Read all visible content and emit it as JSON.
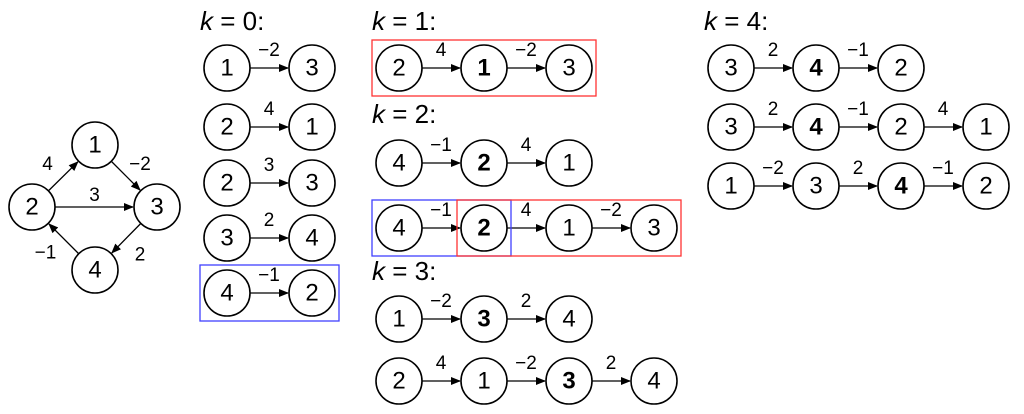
{
  "graph": {
    "nodes": [
      "1",
      "2",
      "3",
      "4"
    ],
    "edges": [
      {
        "from": "1",
        "to": "3",
        "weight": "−2"
      },
      {
        "from": "2",
        "to": "1",
        "weight": "4"
      },
      {
        "from": "2",
        "to": "3",
        "weight": "3"
      },
      {
        "from": "3",
        "to": "4",
        "weight": "2"
      },
      {
        "from": "4",
        "to": "2",
        "weight": "−1"
      }
    ]
  },
  "sections": [
    {
      "var": "k",
      "eq": " = 0:",
      "paths": [
        {
          "nodes": [
            "1",
            "3"
          ],
          "weights": [
            "−2"
          ],
          "bold": null,
          "box": "none"
        },
        {
          "nodes": [
            "2",
            "1"
          ],
          "weights": [
            "4"
          ],
          "bold": null,
          "box": "none"
        },
        {
          "nodes": [
            "2",
            "3"
          ],
          "weights": [
            "3"
          ],
          "bold": null,
          "box": "none"
        },
        {
          "nodes": [
            "3",
            "4"
          ],
          "weights": [
            "2"
          ],
          "bold": null,
          "box": "none"
        },
        {
          "nodes": [
            "4",
            "2"
          ],
          "weights": [
            "−1"
          ],
          "bold": null,
          "box": "blue"
        }
      ]
    },
    {
      "var": "k",
      "eq": " = 1:",
      "paths": [
        {
          "nodes": [
            "2",
            "1",
            "3"
          ],
          "weights": [
            "4",
            "−2"
          ],
          "bold": 1,
          "box": "red"
        }
      ]
    },
    {
      "var": "k",
      "eq": " = 2:",
      "paths": [
        {
          "nodes": [
            "4",
            "2",
            "1"
          ],
          "weights": [
            "−1",
            "4"
          ],
          "bold": 1,
          "box": "none"
        },
        {
          "nodes": [
            "4",
            "2",
            "1",
            "3"
          ],
          "weights": [
            "−1",
            "4",
            "−2"
          ],
          "bold": 1,
          "box": "blue-red"
        }
      ]
    },
    {
      "var": "k",
      "eq": " = 3:",
      "paths": [
        {
          "nodes": [
            "1",
            "3",
            "4"
          ],
          "weights": [
            "−2",
            "2"
          ],
          "bold": 1,
          "box": "none"
        },
        {
          "nodes": [
            "2",
            "1",
            "3",
            "4"
          ],
          "weights": [
            "4",
            "−2",
            "2"
          ],
          "bold": 2,
          "box": "none"
        }
      ]
    },
    {
      "var": "k",
      "eq": " = 4:",
      "paths": [
        {
          "nodes": [
            "3",
            "4",
            "2"
          ],
          "weights": [
            "2",
            "−1"
          ],
          "bold": 1,
          "box": "none"
        },
        {
          "nodes": [
            "3",
            "4",
            "2",
            "1"
          ],
          "weights": [
            "2",
            "−1",
            "4"
          ],
          "bold": 1,
          "box": "none"
        },
        {
          "nodes": [
            "1",
            "3",
            "4",
            "2"
          ],
          "weights": [
            "−2",
            "2",
            "−1"
          ],
          "bold": 2,
          "box": "none"
        }
      ]
    }
  ],
  "colors": {
    "blue_box": "#4040ff",
    "red_box": "#ff3333",
    "stroke": "#000000",
    "fill": "#ffffff"
  }
}
